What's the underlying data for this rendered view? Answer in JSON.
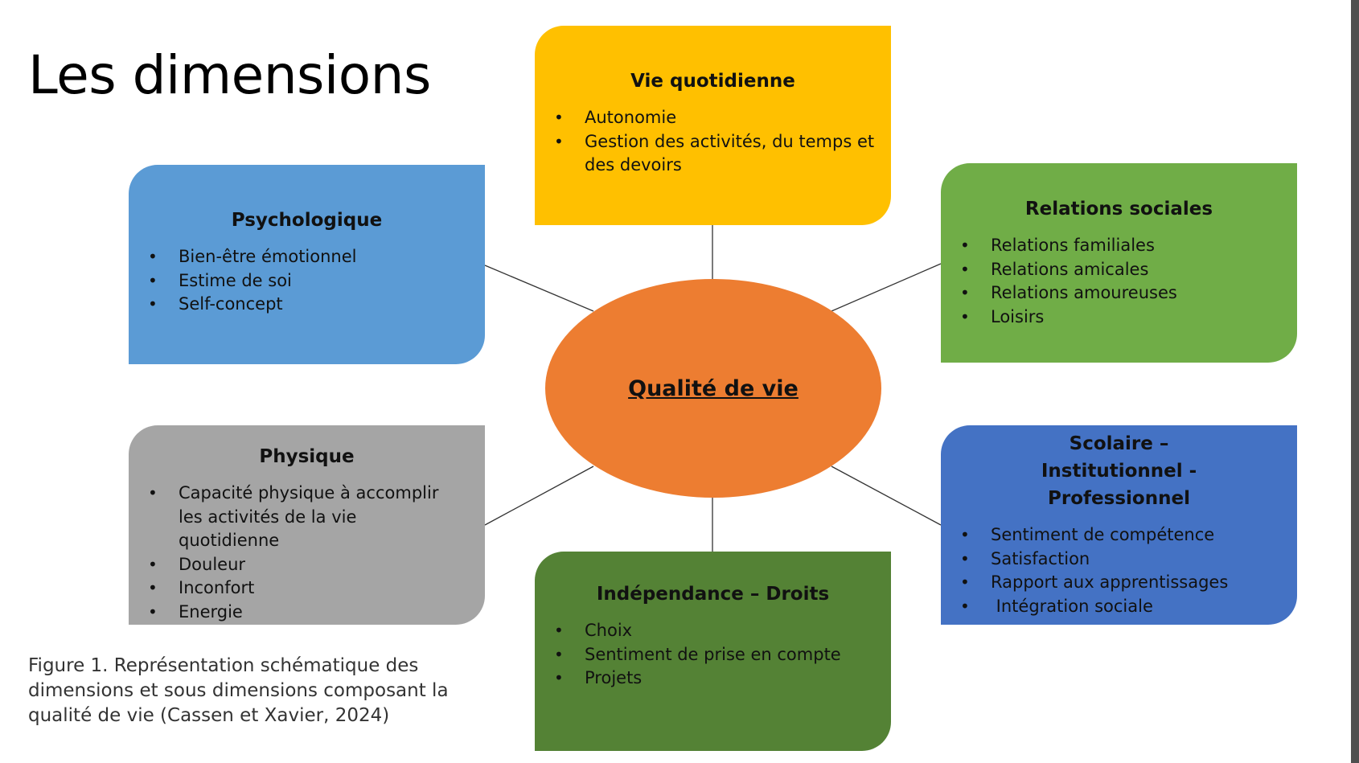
{
  "title": "Les dimensions",
  "center": {
    "label": "Qualité de vie"
  },
  "nodes": {
    "vie_quotidienne": {
      "title": "Vie quotidienne",
      "items": [
        "Autonomie",
        "Gestion des activités, du temps et des devoirs"
      ],
      "color": "#ffc000"
    },
    "psychologique": {
      "title": "Psychologique",
      "items": [
        "Bien-être émotionnel",
        "Estime de soi",
        "Self-concept"
      ],
      "color": "#5b9bd5"
    },
    "relations_sociales": {
      "title": "Relations sociales",
      "items": [
        "Relations familiales",
        "Relations amicales",
        "Relations amoureuses",
        "Loisirs"
      ],
      "color": "#70ad47"
    },
    "physique": {
      "title": "Physique",
      "items": [
        "Capacité physique à accomplir les activités de la vie quotidienne",
        "Douleur",
        "Inconfort",
        "Energie"
      ],
      "color": "#a5a5a5"
    },
    "scolaire": {
      "title": "Scolaire – Institutionnel - Professionnel",
      "items": [
        "Sentiment de compétence",
        "Satisfaction",
        "Rapport aux apprentissages",
        " Intégration sociale"
      ],
      "color": "#4472c4"
    },
    "independance": {
      "title": "Indépendance – Droits",
      "items": [
        "Choix",
        "Sentiment de prise en compte",
        "Projets"
      ],
      "color": "#548235"
    }
  },
  "caption": "Figure 1. Représentation schématique des dimensions et sous dimensions composant la qualité de vie (Cassen et Xavier, 2024)",
  "colors": {
    "center": "#ed7d31",
    "connector": "#333333"
  }
}
